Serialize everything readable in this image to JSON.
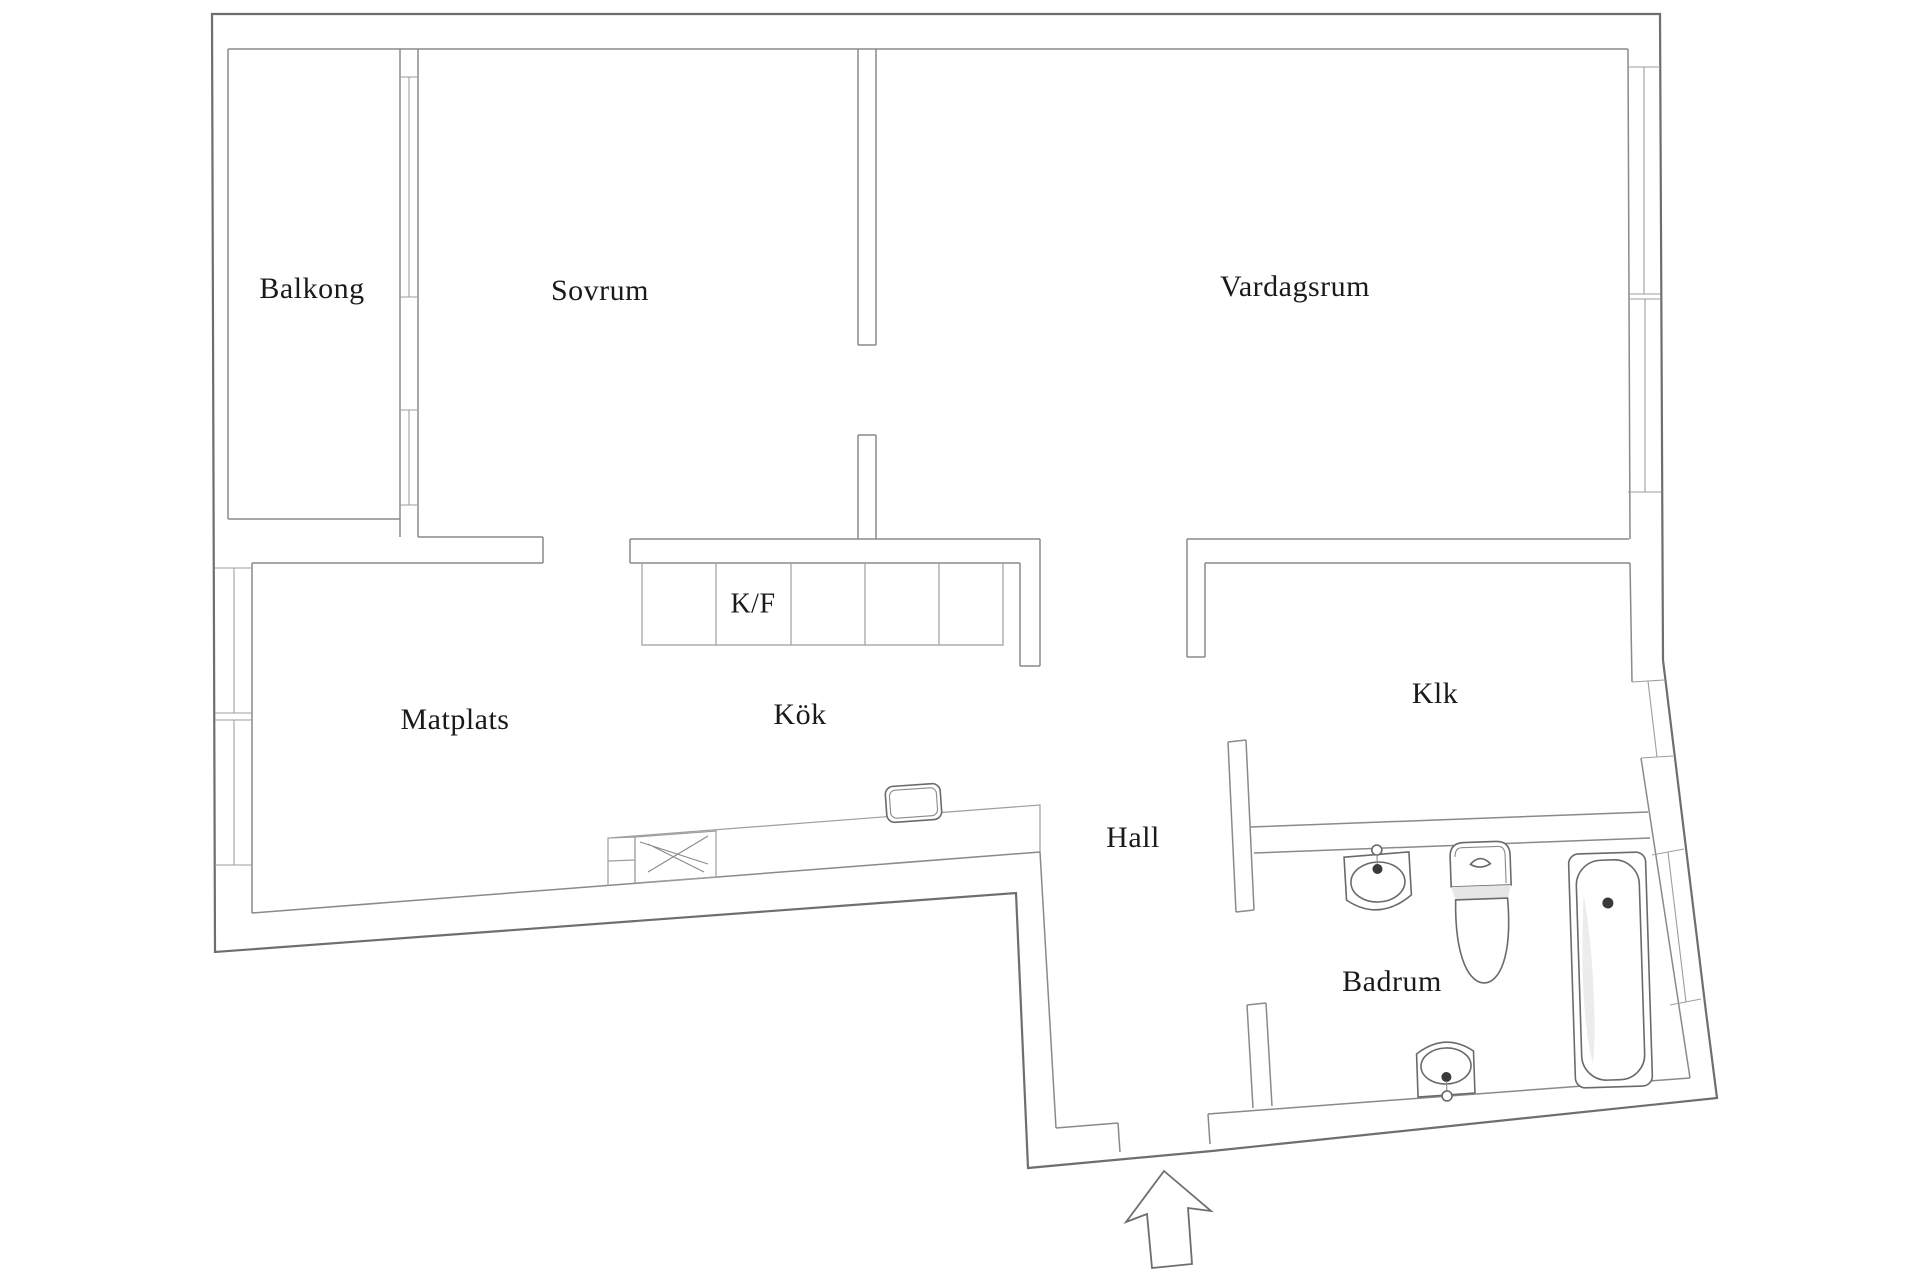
{
  "plan": {
    "labels": {
      "balkong": "Balkong",
      "sovrum": "Sovrum",
      "vardagsrum": "Vardagsrum",
      "matplats": "Matplats",
      "kok": "Kök",
      "kf": "K/F",
      "klk": "Klk",
      "hall": "Hall",
      "badrum": "Badrum"
    },
    "colors": {
      "background": "#ffffff",
      "outer_wall_line": "#6e6e6e",
      "inner_wall_line": "#8a8a8a",
      "window_line": "#9e9e9e",
      "fixture_line": "#6a6a6a",
      "fixture_shade": "#e6e6e6",
      "label_text": "#1a1a1a"
    },
    "icons": [
      "entrance-arrow-icon",
      "window-symbol",
      "bathtub",
      "toilet",
      "washbasin-upper",
      "washbasin-lower",
      "kitchen-sink",
      "stove",
      "fridge-freezer-cabinets"
    ]
  }
}
